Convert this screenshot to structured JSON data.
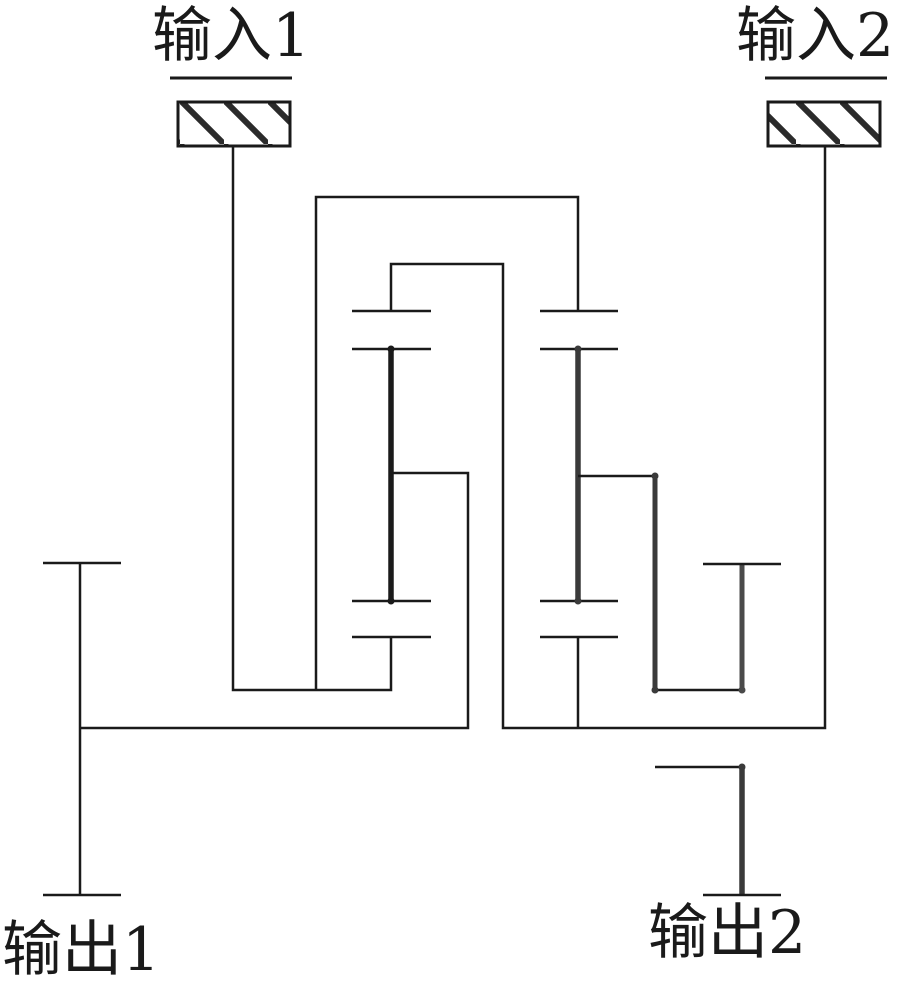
{
  "labels": {
    "input_1": "输入1",
    "input_2": "输入2",
    "output_1": "输出1",
    "output_2": "输出2"
  },
  "colors": {
    "line": "#1a1a1a",
    "hatch": "#2b2b2b",
    "background": "#ffffff"
  }
}
